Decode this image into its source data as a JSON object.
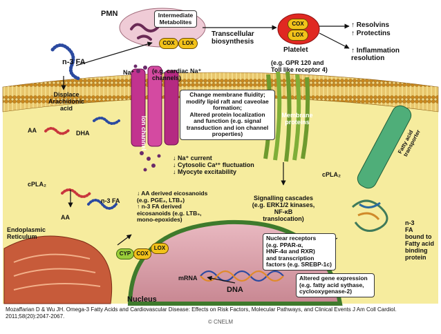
{
  "labels": {
    "pmn": "PMN",
    "intermediate": "Intermediate\nMetabolites",
    "transcellular": "Transcellular\nbiosynthesis",
    "platelet": "Platelet",
    "resolvins": "↑ Resolvins",
    "protectins": "↑ Protectins",
    "inflammation": "↑ Inflammation\nresolution",
    "cox": "COX",
    "lox": "LOX",
    "cyp": "CYP",
    "n3fa_top": "n-3 FA",
    "na_plus": "Na⁺",
    "na_channels": "(e.g. cardiac Na⁺\nchannels)",
    "gpr": "(e.g. GPR 120 and\nToll like receptor 4)",
    "displace": "Displace\nArachidonic\nacid",
    "ion_channel": "Ion channel",
    "membrane_fluidity": "Change membrane fluidity;\nmodify lipid raft and caveolae\nformation;\nAltered protein localization\nand function (e.g. signal\ntransduction and ion channel\nproperties)",
    "membrane_proteins": "Membrane\nproteins",
    "fatty_acid_transporter": "Fatty acid\ntransporter",
    "dha": "DHA",
    "aa_mem": "AA",
    "na_current": "↓ Na⁺ current\n↓ Cytosolic Ca²⁺ fluctuation\n↓ Myocyte excitability",
    "cpla2_left": "cPLA₂",
    "cpla2_right": "cPLA₂",
    "aa_cyto": "AA",
    "n3fa_cyto": "n-3 FA",
    "eicosanoids": "↓ AA derived eicosanoids\n(e.g. PGE₂, LTB₄)\n↑ n-3 FA derived\neicosanoids (e.g. LTB₅,\nmono-epoxides)",
    "signalling": "Signalling cascades\n(e.g. ERK1/2 kinases,\nNF-κB\ntranslocation)",
    "n3fa_bound": "n-3\nFA\nbound to\nFatty acid\nbinding\nprotein",
    "er": "Endoplasmic\nReticulum",
    "nuclear_receptors": "Nuclear receptors\n(e.g. PPAR-α,\nHNF-4α and RXR)\nand transcription\nfactors (e.g. SREBP-1c)",
    "mrna": "mRNA",
    "dna": "DNA",
    "gene_expression": "Altered gene expression\n(e.g. fatty acid sythase,\ncyclooxygenase-2)",
    "nucleus": "Nucleus"
  },
  "footer": {
    "citation": "Mozaffarian D & Wu JH. Omega-3 Fatty Acids and Cardiovascular Disease: Effects on Risk Factors, Molecular Pathways, and Clinical Events J Am Coll Cardiol. 2011;58(20):2047-2067.",
    "copyright": "© CNELM"
  },
  "colors": {
    "cytoplasm": "#f6ec9e",
    "membrane_head": "#c9881e",
    "membrane_tail": "#e8c46a",
    "ion_channel": "#c2338f",
    "membrane_protein": "#6e9a2e",
    "transporter": "#4fae79",
    "nucleus": "#d9a4ad",
    "nucleus_membrane": "#3e7a2c",
    "pmn": "#efcbd6",
    "platelet": "#e02822",
    "cox_pill": "#f2c21a",
    "fatty_acid_blue": "#2b4aa0",
    "fatty_acid_red": "#c8363d"
  }
}
